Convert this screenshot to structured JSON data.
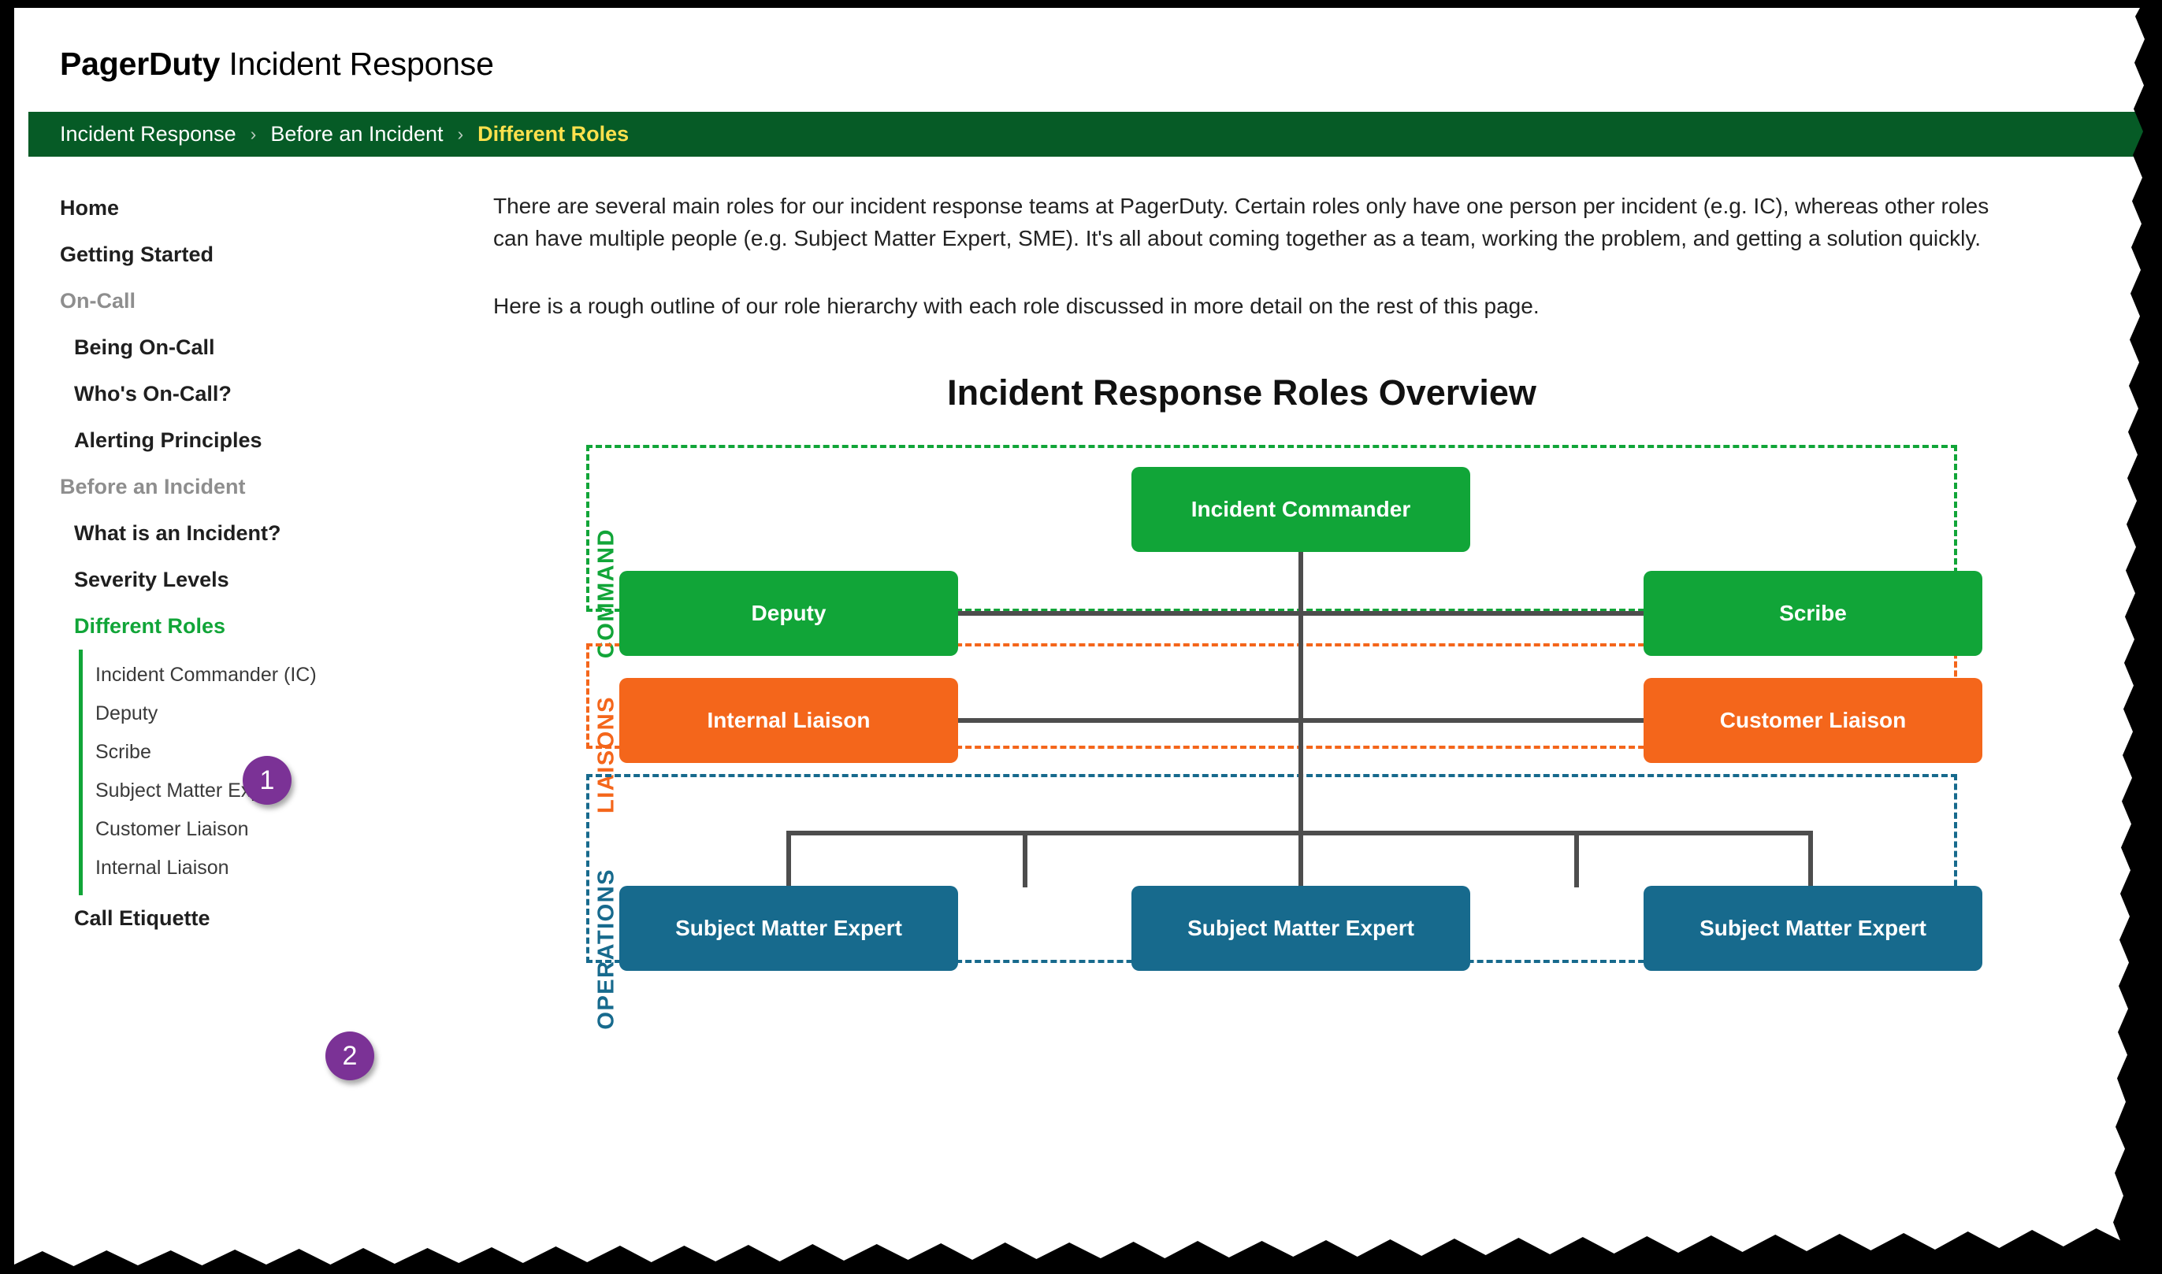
{
  "header": {
    "brand_bold": "PagerDuty",
    "brand_light": "Incident Response",
    "search_icon": "search-icon"
  },
  "breadcrumb": {
    "items": [
      {
        "label": "Incident Response",
        "current": false
      },
      {
        "label": "Before an Incident",
        "current": false
      },
      {
        "label": "Different Roles",
        "current": true
      }
    ],
    "separator": "›",
    "bar_color": "#065b26",
    "current_color": "#ffe14d"
  },
  "sidebar": {
    "top_items": [
      {
        "label": "Home"
      },
      {
        "label": "Getting Started"
      }
    ],
    "sections": [
      {
        "label": "On-Call",
        "items": [
          {
            "label": "Being On-Call",
            "active": false
          },
          {
            "label": "Who's On-Call?",
            "active": false
          },
          {
            "label": "Alerting Principles",
            "active": false
          }
        ]
      },
      {
        "label": "Before an Incident",
        "items": [
          {
            "label": "What is an Incident?",
            "active": false
          },
          {
            "label": "Severity Levels",
            "active": false
          },
          {
            "label": "Different Roles",
            "active": true
          }
        ]
      }
    ],
    "subnav": [
      {
        "label": "Incident Commander (IC)"
      },
      {
        "label": "Deputy"
      },
      {
        "label": "Scribe"
      },
      {
        "label": "Subject Matter Expert"
      },
      {
        "label": "Customer Liaison"
      },
      {
        "label": "Internal Liaison"
      }
    ],
    "trailing_item": {
      "label": "Call Etiquette"
    },
    "active_color": "#11a538",
    "section_color": "#8e8e8e"
  },
  "annotations": [
    {
      "number": "1",
      "target": "Different Roles",
      "color": "#7b3296"
    },
    {
      "number": "2",
      "target": "Subject Matter Expert",
      "color": "#7b3296"
    }
  ],
  "main": {
    "paragraphs": [
      "There are several main roles for our incident response teams at PagerDuty. Certain roles only have one person per incident (e.g. IC), whereas other roles can have multiple people (e.g. Subject Matter Expert, SME). It's all about coming together as a team, working the problem, and getting a solution quickly.",
      "Here is a rough outline of our role hierarchy with each role discussed in more detail on the rest of this page."
    ]
  },
  "diagram": {
    "title": "Incident Response Roles Overview",
    "bands": [
      {
        "label": "COMMAND",
        "color": "#11a538"
      },
      {
        "label": "LIAISONS",
        "color": "#f4661b"
      },
      {
        "label": "OPERATIONS",
        "color": "#176a8d"
      }
    ],
    "nodes": {
      "incident_commander": "Incident Commander",
      "deputy": "Deputy",
      "scribe": "Scribe",
      "internal_liaison": "Internal Liaison",
      "customer_liaison": "Customer Liaison",
      "sme1": "Subject Matter Expert",
      "sme2": "Subject Matter Expert",
      "sme3": "Subject Matter Expert"
    }
  }
}
